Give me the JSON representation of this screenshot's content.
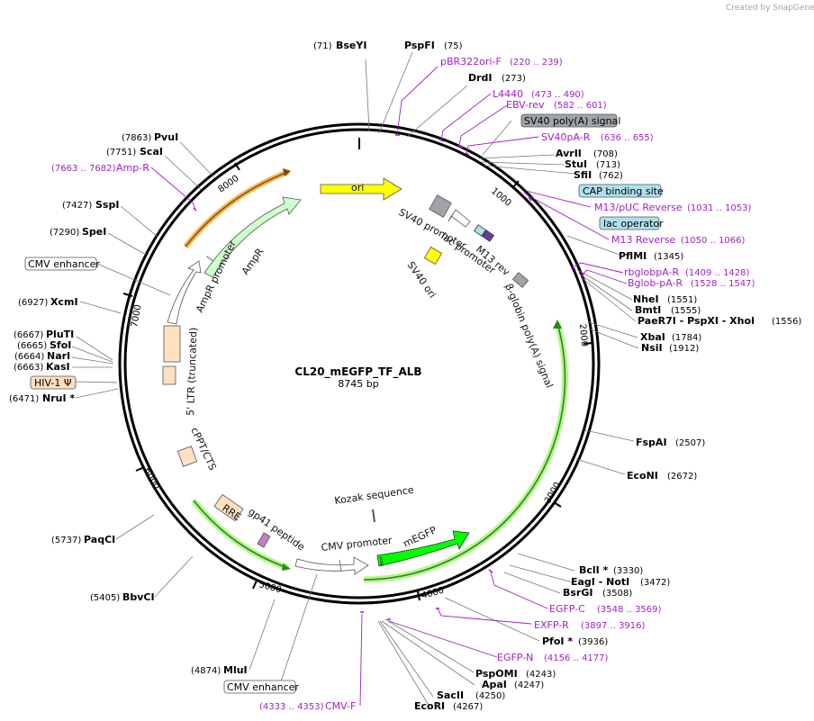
{
  "credit": "Created by SnapGene",
  "plasmid": {
    "name": "CL20_mEGFP_TF_ALB",
    "size": "8745 bp"
  },
  "ticks": [
    "1000",
    "2000",
    "3000",
    "4000",
    "5000",
    "6000",
    "7000",
    "8000"
  ],
  "sites": [
    {
      "name": "BseYI",
      "pos": "(71)"
    },
    {
      "name": "PspFI",
      "pos": "(75)"
    },
    {
      "name": "DrdI",
      "pos": "(273)"
    },
    {
      "name": "AvrII",
      "pos": "(708)"
    },
    {
      "name": "StuI",
      "pos": "(713)"
    },
    {
      "name": "SfiI",
      "pos": "(762)"
    },
    {
      "name": "PflMI",
      "pos": "(1345)"
    },
    {
      "name": "NheI",
      "pos": "(1551)"
    },
    {
      "name": "BmtI",
      "pos": "(1555)"
    },
    {
      "name": "PaeR7I - PspXI - XhoI",
      "pos": "(1556)"
    },
    {
      "name": "XbaI",
      "pos": "(1784)"
    },
    {
      "name": "NsiI",
      "pos": "(1912)"
    },
    {
      "name": "FspAI",
      "pos": "(2507)"
    },
    {
      "name": "EcoNI",
      "pos": "(2672)"
    },
    {
      "name": "BclI *",
      "pos": "(3330)"
    },
    {
      "name": "EagI - NotI",
      "pos": "(3472)"
    },
    {
      "name": "BsrGI",
      "pos": "(3508)"
    },
    {
      "name": "PfoI *",
      "pos": "(3936)"
    },
    {
      "name": "PspOMI",
      "pos": "(4243)"
    },
    {
      "name": "ApaI",
      "pos": "(4247)"
    },
    {
      "name": "SacII",
      "pos": "(4250)"
    },
    {
      "name": "EcoRI",
      "pos": "(4267)"
    },
    {
      "name": "MluI",
      "pos": "(4874)"
    },
    {
      "name": "BbvCI",
      "pos": "(5405)"
    },
    {
      "name": "PaqCI",
      "pos": "(5737)"
    },
    {
      "name": "NruI *",
      "pos": "(6471)"
    },
    {
      "name": "KasI",
      "pos": "(6663)"
    },
    {
      "name": "NarI",
      "pos": "(6664)"
    },
    {
      "name": "SfoI",
      "pos": "(6665)"
    },
    {
      "name": "PluTI",
      "pos": "(6667)"
    },
    {
      "name": "XcmI",
      "pos": "(6927)"
    },
    {
      "name": "SpeI",
      "pos": "(7290)"
    },
    {
      "name": "SspI",
      "pos": "(7427)"
    },
    {
      "name": "ScaI",
      "pos": "(7751)"
    },
    {
      "name": "PvuI",
      "pos": "(7863)"
    }
  ],
  "primers": [
    {
      "name": "pBR322ori-F",
      "range": "(220 .. 239)"
    },
    {
      "name": "L4440",
      "range": "(473 .. 490)"
    },
    {
      "name": "EBV-rev",
      "range": "(582 .. 601)"
    },
    {
      "name": "SV40pA-R",
      "range": "(636 .. 655)"
    },
    {
      "name": "M13/pUC Reverse",
      "range": "(1031 .. 1053)"
    },
    {
      "name": "M13 Reverse",
      "range": "(1050 .. 1066)"
    },
    {
      "name": "rbglobpA-R",
      "range": "(1409 .. 1428)"
    },
    {
      "name": "Bglob-pA-R",
      "range": "(1528 .. 1547)"
    },
    {
      "name": "EGFP-C",
      "range": "(3548 .. 3569)"
    },
    {
      "name": "EXFP-R",
      "range": "(3897 .. 3916)"
    },
    {
      "name": "EGFP-N",
      "range": "(4156 .. 4177)"
    },
    {
      "name": "CMV-F",
      "range": "(4333 .. 4353)"
    },
    {
      "name": "Amp-R",
      "range": "(7663 .. 7682)"
    }
  ],
  "boxed_labels": {
    "sv40_polya": "SV40 poly(A) signal",
    "cap_binding": "CAP binding site",
    "lac_operator": "lac operator",
    "cmv_enhancer_left": "CMV enhancer",
    "hiv1_psi": "HIV-1 Ψ",
    "cmv_enhancer_bottom": "CMV enhancer"
  },
  "features": {
    "ori": "ori",
    "sv40_promoter": "SV40 promoter",
    "lac_promoter": "lac promoter",
    "m13_rev": "M13 rev",
    "sv40_ori": "SV40 ori",
    "bglobin": "β-globin poly(A) signal",
    "ampr": "AmpR",
    "ampr_promoter": "AmpR promoter",
    "ltr": "5' LTR (truncated)",
    "cppt": "cPPT/CTS",
    "rre": "RRE",
    "gp41": "gp41 peptide",
    "cmv_promoter": "CMV promoter",
    "kozak": "Kozak sequence",
    "megfp": "mEGFP"
  },
  "colors": {
    "ori": "#ffff00",
    "ampr": "#ccffcc",
    "orange_feature": "#ffe0c0",
    "megfp": "#00ff00",
    "green_glow": "#b6f58a",
    "primer": "#a020c8",
    "gray_feature": "#a0a4a8",
    "blue_box": "#b0e0ee"
  }
}
